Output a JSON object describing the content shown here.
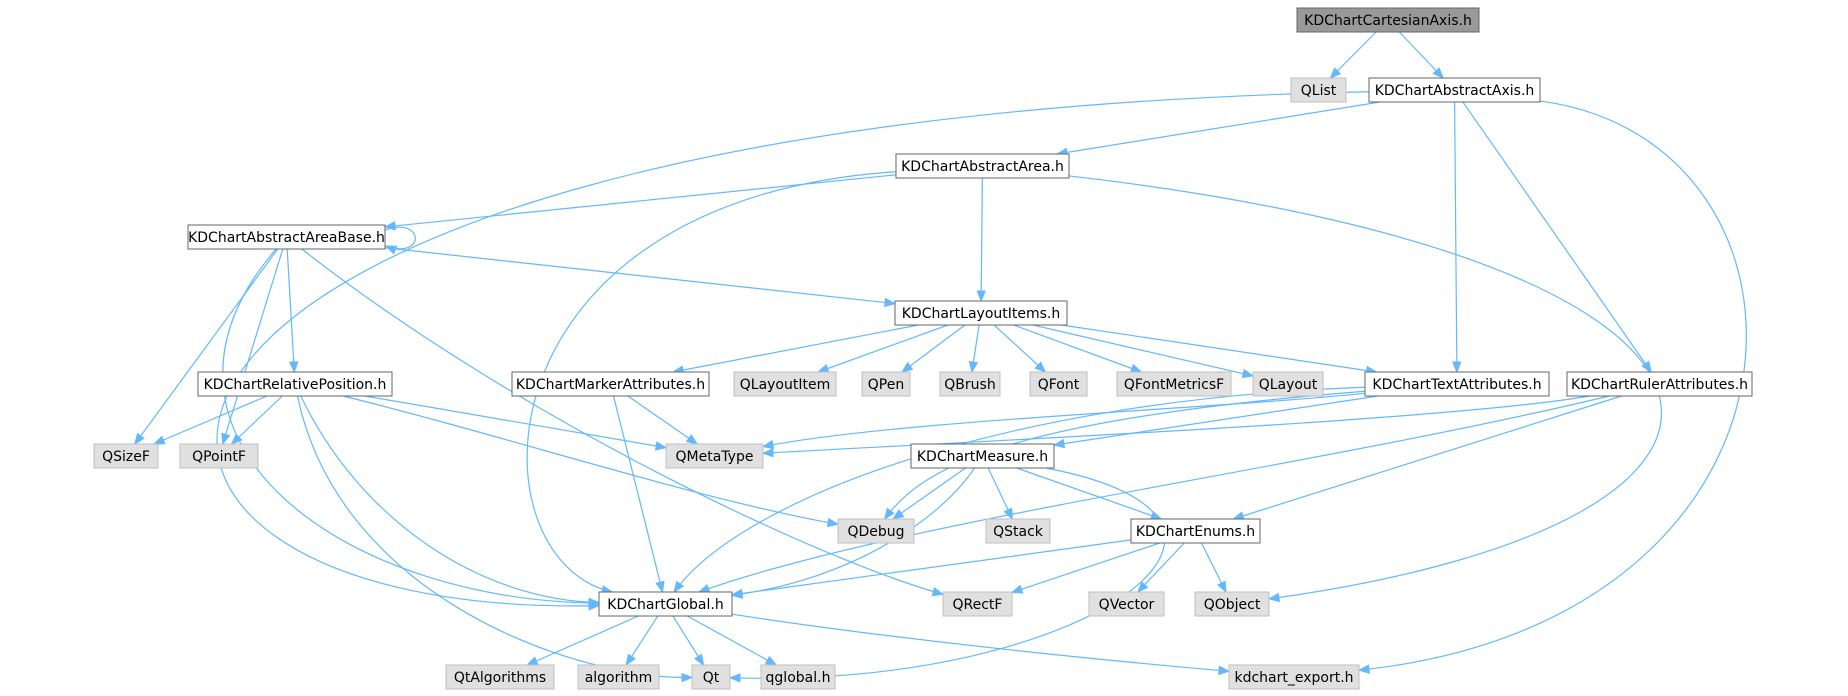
{
  "diagram": {
    "type": "include-dependency-graph",
    "colors": {
      "edge": "#63b8ff",
      "root_fill": "#999999",
      "file_fill": "#ffffff",
      "external_fill": "#e0e0e0",
      "border": "#666666",
      "text": "#000000"
    },
    "nodes": [
      {
        "id": "cartesian",
        "label": "KDChartCartesianAxis.h",
        "kind": "root"
      },
      {
        "id": "qlist",
        "label": "QList",
        "kind": "external"
      },
      {
        "id": "abstractaxis",
        "label": "KDChartAbstractAxis.h",
        "kind": "file"
      },
      {
        "id": "abstractarea",
        "label": "KDChartAbstractArea.h",
        "kind": "file"
      },
      {
        "id": "areabase",
        "label": "KDChartAbstractAreaBase.h",
        "kind": "file"
      },
      {
        "id": "layoutitems",
        "label": "KDChartLayoutItems.h",
        "kind": "file"
      },
      {
        "id": "relpos",
        "label": "KDChartRelativePosition.h",
        "kind": "file"
      },
      {
        "id": "marker",
        "label": "KDChartMarkerAttributes.h",
        "kind": "file"
      },
      {
        "id": "qlayoutitem",
        "label": "QLayoutItem",
        "kind": "external"
      },
      {
        "id": "qpen",
        "label": "QPen",
        "kind": "external"
      },
      {
        "id": "qbrush",
        "label": "QBrush",
        "kind": "external"
      },
      {
        "id": "qfont",
        "label": "QFont",
        "kind": "external"
      },
      {
        "id": "qfontmetricsf",
        "label": "QFontMetricsF",
        "kind": "external"
      },
      {
        "id": "qlayout",
        "label": "QLayout",
        "kind": "external"
      },
      {
        "id": "textattr",
        "label": "KDChartTextAttributes.h",
        "kind": "file"
      },
      {
        "id": "rulerattr",
        "label": "KDChartRulerAttributes.h",
        "kind": "file"
      },
      {
        "id": "qsizef",
        "label": "QSizeF",
        "kind": "external"
      },
      {
        "id": "qpointf",
        "label": "QPointF",
        "kind": "external"
      },
      {
        "id": "qmetatype",
        "label": "QMetaType",
        "kind": "external"
      },
      {
        "id": "measure",
        "label": "KDChartMeasure.h",
        "kind": "file"
      },
      {
        "id": "qdebug",
        "label": "QDebug",
        "kind": "external"
      },
      {
        "id": "qstack",
        "label": "QStack",
        "kind": "external"
      },
      {
        "id": "enums",
        "label": "KDChartEnums.h",
        "kind": "file"
      },
      {
        "id": "global",
        "label": "KDChartGlobal.h",
        "kind": "file"
      },
      {
        "id": "qrectf",
        "label": "QRectF",
        "kind": "external"
      },
      {
        "id": "qvector",
        "label": "QVector",
        "kind": "external"
      },
      {
        "id": "qobject",
        "label": "QObject",
        "kind": "external"
      },
      {
        "id": "qtalgorithms",
        "label": "QtAlgorithms",
        "kind": "external"
      },
      {
        "id": "algorithm",
        "label": "algorithm",
        "kind": "external"
      },
      {
        "id": "qt",
        "label": "Qt",
        "kind": "external"
      },
      {
        "id": "qglobal",
        "label": "qglobal.h",
        "kind": "external"
      },
      {
        "id": "kdchartexport",
        "label": "kdchart_export.h",
        "kind": "external"
      }
    ],
    "edges": [
      [
        "cartesian",
        "qlist"
      ],
      [
        "cartesian",
        "abstractaxis"
      ],
      [
        "abstractaxis",
        "abstractarea"
      ],
      [
        "abstractaxis",
        "textattr"
      ],
      [
        "abstractaxis",
        "rulerattr"
      ],
      [
        "abstractaxis",
        "global"
      ],
      [
        "abstractaxis",
        "kdchartexport"
      ],
      [
        "abstractarea",
        "areabase"
      ],
      [
        "abstractarea",
        "layoutitems"
      ],
      [
        "abstractarea",
        "global"
      ],
      [
        "abstractarea",
        "qobject"
      ],
      [
        "areabase",
        "areabase"
      ],
      [
        "areabase",
        "layoutitems"
      ],
      [
        "areabase",
        "relpos"
      ],
      [
        "areabase",
        "qsizef"
      ],
      [
        "areabase",
        "qpointf"
      ],
      [
        "areabase",
        "global"
      ],
      [
        "areabase",
        "qrectf"
      ],
      [
        "layoutitems",
        "marker"
      ],
      [
        "layoutitems",
        "qlayoutitem"
      ],
      [
        "layoutitems",
        "qpen"
      ],
      [
        "layoutitems",
        "qbrush"
      ],
      [
        "layoutitems",
        "qfont"
      ],
      [
        "layoutitems",
        "qfontmetricsf"
      ],
      [
        "layoutitems",
        "qlayout"
      ],
      [
        "layoutitems",
        "textattr"
      ],
      [
        "relpos",
        "qsizef"
      ],
      [
        "relpos",
        "qpointf"
      ],
      [
        "relpos",
        "qmetatype"
      ],
      [
        "relpos",
        "qdebug"
      ],
      [
        "relpos",
        "global"
      ],
      [
        "relpos",
        "qt"
      ],
      [
        "marker",
        "qmetatype"
      ],
      [
        "marker",
        "global"
      ],
      [
        "textattr",
        "qmetatype"
      ],
      [
        "textattr",
        "measure"
      ],
      [
        "textattr",
        "qdebug"
      ],
      [
        "textattr",
        "global"
      ],
      [
        "rulerattr",
        "qmetatype"
      ],
      [
        "rulerattr",
        "enums"
      ],
      [
        "rulerattr",
        "global"
      ],
      [
        "measure",
        "qdebug"
      ],
      [
        "measure",
        "qstack"
      ],
      [
        "measure",
        "enums"
      ],
      [
        "measure",
        "global"
      ],
      [
        "measure",
        "qt"
      ],
      [
        "enums",
        "global"
      ],
      [
        "enums",
        "qrectf"
      ],
      [
        "enums",
        "qvector"
      ],
      [
        "enums",
        "qobject"
      ],
      [
        "global",
        "qtalgorithms"
      ],
      [
        "global",
        "algorithm"
      ],
      [
        "global",
        "qt"
      ],
      [
        "global",
        "qglobal"
      ],
      [
        "global",
        "kdchartexport"
      ]
    ]
  }
}
